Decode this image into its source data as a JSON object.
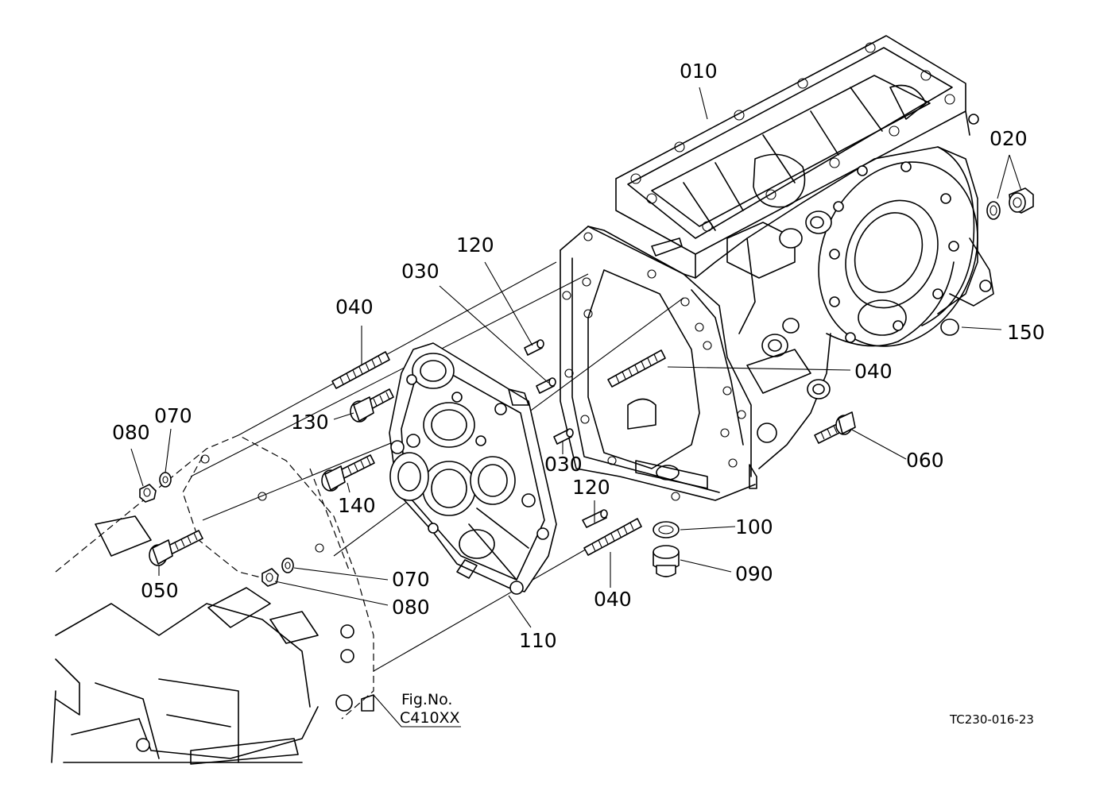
{
  "labels": {
    "p010": "010",
    "p020": "020",
    "p030a": "030",
    "p030b": "030",
    "p040a": "040",
    "p040b": "040",
    "p040c": "040",
    "p050": "050",
    "p060": "060",
    "p070a": "070",
    "p070b": "070",
    "p080a": "080",
    "p080b": "080",
    "p090": "090",
    "p100": "100",
    "p110": "110",
    "p120a": "120",
    "p120b": "120",
    "p130": "130",
    "p140": "140",
    "p150": "150"
  },
  "figure_ref": {
    "line1": "Fig.No.",
    "line2": "C410XX"
  },
  "drawing_code": "TC230-016-23"
}
